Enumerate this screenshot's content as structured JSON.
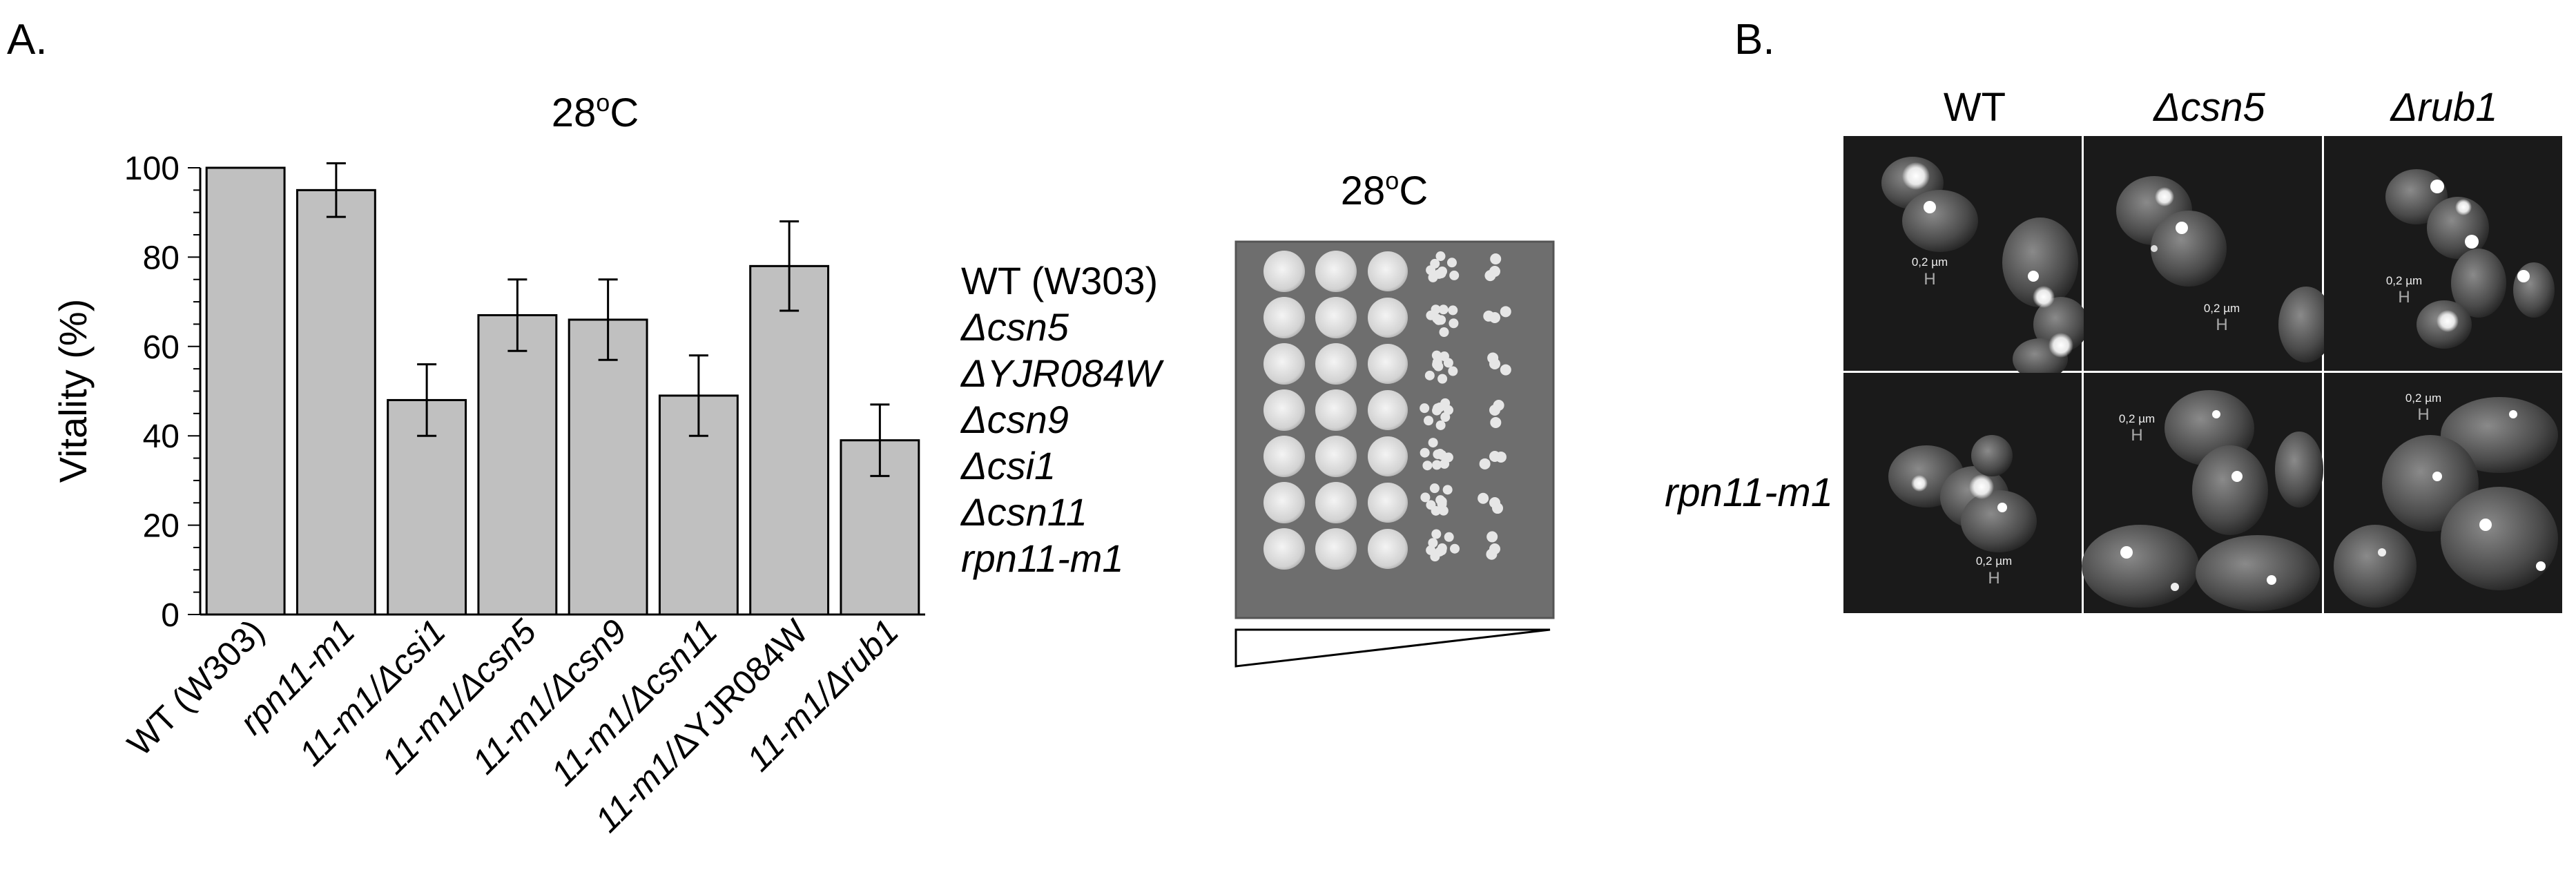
{
  "panels": {
    "a": {
      "label": "A.",
      "chart_title": "28",
      "chart_title_sup": "o",
      "chart_title_unit": "C"
    },
    "b": {
      "label": "B."
    }
  },
  "chart_data": {
    "type": "bar",
    "title": "28 oC",
    "ylabel": "Vitality  (%)",
    "xlabel": "",
    "ylim": [
      0,
      100
    ],
    "yticks": [
      0,
      20,
      40,
      60,
      80,
      100
    ],
    "bar_color": "#c0c0c0",
    "grid": false,
    "categories": [
      "WT (W303)",
      "rpn11-m1",
      "11-m1/Δcsi1",
      "11-m1/Δcsn5",
      "11-m1/Δcsn9",
      "11-m1/Δcsn11",
      "11-m1/ΔYJR084W",
      "11-m1/Δrub1"
    ],
    "values": [
      100,
      95,
      48,
      67,
      66,
      49,
      78,
      39
    ],
    "errors": [
      0,
      6,
      8,
      8,
      9,
      9,
      10,
      8
    ]
  },
  "spot_assay": {
    "title": "28",
    "title_sup": "o",
    "title_unit": "C",
    "strains": [
      "WT (W303)",
      "Δcsn5",
      "ΔYJR084W",
      "Δcsn9",
      "Δcsi1",
      "Δcsn11",
      "rpn11-m1"
    ],
    "dilution_indicator": "wedge"
  },
  "microscopy": {
    "columns": [
      "WT",
      "Δcsn5",
      "Δrub1"
    ],
    "rows": [
      "",
      "rpn11-m1"
    ],
    "scale_label": "0,2 µm"
  }
}
